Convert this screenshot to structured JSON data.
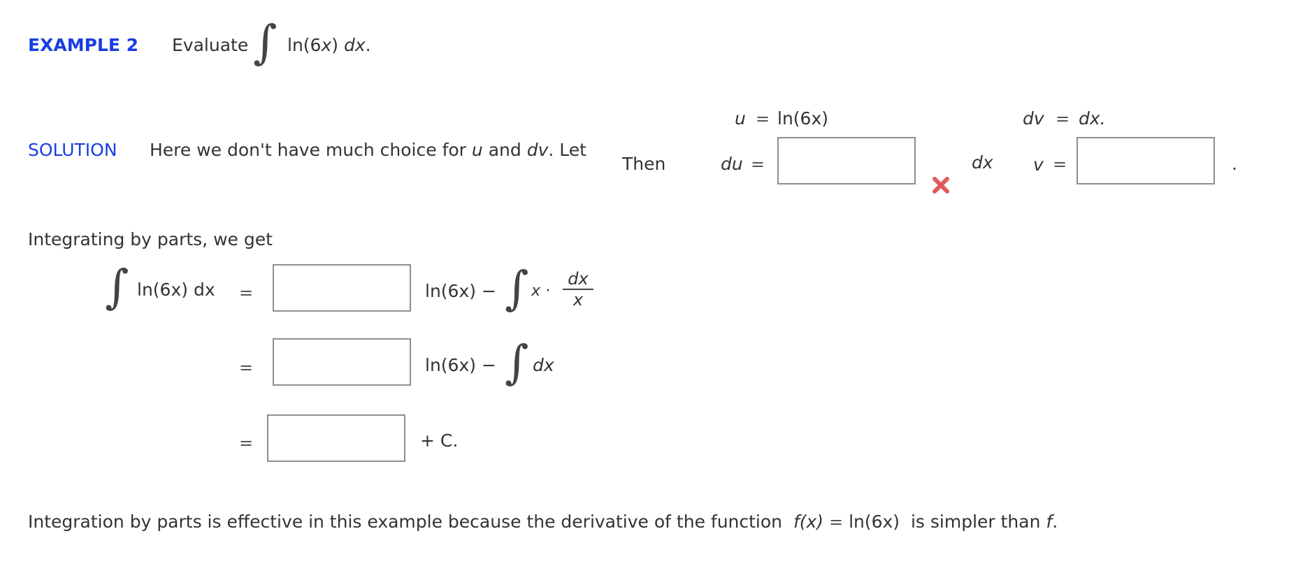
{
  "example": {
    "label": "EXAMPLE 2",
    "evaluate": "Evaluate",
    "integrand_fn": "ln(6",
    "integrand_var": "x",
    "integrand_close": ")",
    "integrand_dx": "dx",
    "period": "."
  },
  "solution": {
    "label": "SOLUTION",
    "text_1": "Here we don't have much choice for",
    "u": "u",
    "and": "and",
    "dv": "dv",
    "let": ". Let",
    "then": "Then"
  },
  "parts": {
    "u_lhs": "u",
    "equals": "=",
    "u_rhs": "ln(6x)",
    "dv_lhs": "dv",
    "dv_rhs": "dx.",
    "du_lhs": "du",
    "du_suffix": "dx",
    "v_lhs": "v",
    "trailing_period": ".",
    "du_value": "",
    "v_value": "",
    "error_icon": "x-mark-icon",
    "error_color": "#e05a5a"
  },
  "integrating": {
    "intro": "Integrating by parts, we get",
    "lhs": "ln(6x) dx",
    "equals": "=",
    "row1_after": "ln(6x) −",
    "row1_x": "x ·",
    "row1_num": "dx",
    "row1_den": "x",
    "row2_after": "ln(6x) −",
    "row2_dx": "dx",
    "row3_after": "+ C.",
    "box1_value": "",
    "box2_value": "",
    "box3_value": ""
  },
  "conclusion": {
    "text_1": "Integration by parts is effective in this example because the derivative of the function",
    "fx": "f(x)",
    "equals": "=",
    "fx_value": "ln(6x)",
    "text_2": "is simpler than",
    "f": "f",
    "period": "."
  },
  "colors": {
    "accent_blue": "#1a3fe0",
    "text": "#333333",
    "box_border": "#8e8e8e"
  }
}
